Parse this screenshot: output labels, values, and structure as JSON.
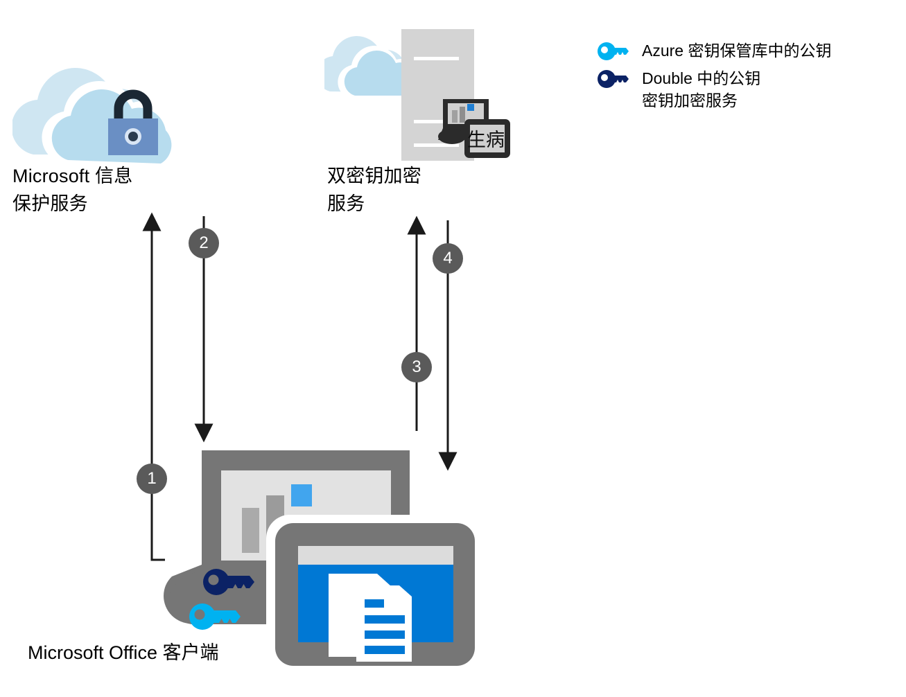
{
  "diagram": {
    "title": "Double Key Encryption flow",
    "background": "#ffffff"
  },
  "nodes": [
    {
      "id": "mip-service",
      "label": "Microsoft 信息\n保护服务",
      "icon": "cloud-lock-icon"
    },
    {
      "id": "dke-service",
      "label": "双密钥加密\n服务",
      "icon": "cloud-server-icon"
    },
    {
      "id": "office-client",
      "label": "Microsoft Office 客户端",
      "icon": "office-client-icon"
    }
  ],
  "server_tile_text": "生病",
  "legend": {
    "items": [
      {
        "icon": "key-icon",
        "color": "#00b2f0",
        "label": "Azure 密钥保管库中的公钥"
      },
      {
        "icon": "key-icon",
        "color": "#0b2265",
        "label": "Double 中的公钥\n密钥加密服务"
      }
    ]
  },
  "steps": [
    {
      "number": "1",
      "direction": "up",
      "from": "office-client",
      "to": "mip-service"
    },
    {
      "number": "2",
      "direction": "down",
      "from": "mip-service",
      "to": "office-client"
    },
    {
      "number": "3",
      "direction": "up",
      "from": "office-client",
      "to": "dke-service"
    },
    {
      "number": "4",
      "direction": "down",
      "from": "dke-service",
      "to": "office-client"
    }
  ],
  "colors": {
    "cloud_back": "#cfe6f2",
    "cloud_front": "#b7dcee",
    "lock_body": "#6a8fc4",
    "lock_shackle": "#1b2733",
    "server_body": "#d4d4d4",
    "device_gray": "#767676",
    "screen_light": "#e2e2e2",
    "accent_blue": "#0078d4",
    "accent_light_blue": "#41a5ee",
    "key_light": "#00b2f0",
    "key_dark": "#0b2265",
    "badge_gray": "#5a5a5a",
    "arrow_black": "#1a1a1a",
    "dark_device": "#2b2b2b"
  }
}
